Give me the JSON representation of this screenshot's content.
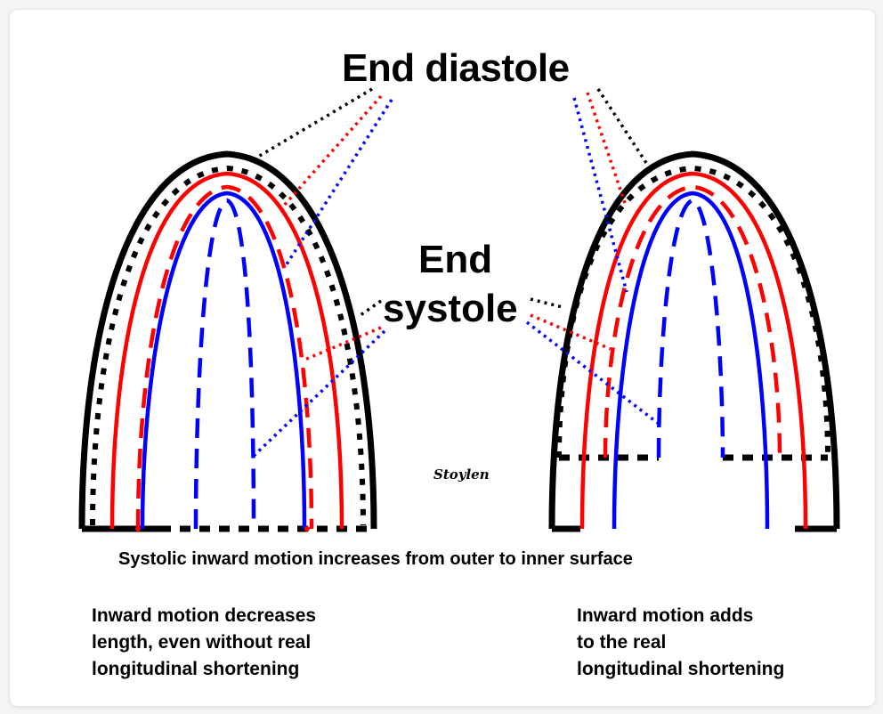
{
  "labels": {
    "end_diastole": "End diastole",
    "end_systole_line1": "End",
    "end_systole_line2": "systole",
    "author": "Stoylen",
    "caption": "Systolic inward motion increases from outer to inner surface",
    "left_note": [
      "Inward motion decreases",
      "length, even without real",
      "longitudinal shortening"
    ],
    "right_note": [
      "Inward motion adds",
      "to the real",
      "longitudinal shortening"
    ]
  },
  "colors": {
    "outer": "#000000",
    "mid": "#ff0000",
    "inner": "#0000ff",
    "card_bg": "#ffffff",
    "page_bg": "#f4f4f4"
  },
  "legend_semantics": {
    "solid": "End diastole",
    "dashed": "End systole"
  }
}
